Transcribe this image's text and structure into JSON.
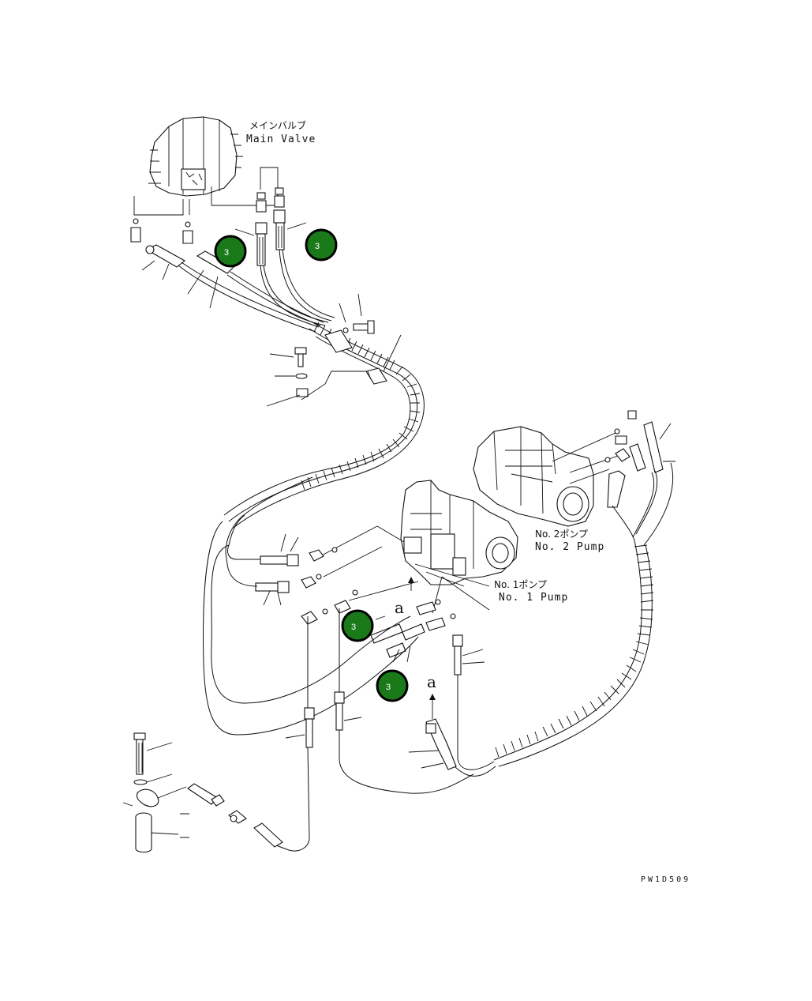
{
  "labels": {
    "main_valve_jp": "メインバルブ",
    "main_valve_en": "Main Valve",
    "pump2_jp": "No. 2ポンプ",
    "pump2_en": "No. 2 Pump",
    "pump1_jp": "No. 1ポンプ",
    "pump1_en": "No. 1 Pump",
    "view_a_1": "a",
    "view_a_2": "a",
    "drawing_code": "PW1D509"
  },
  "callouts": [
    {
      "id": "callout-1",
      "number": "3"
    },
    {
      "id": "callout-2",
      "number": "3"
    },
    {
      "id": "callout-3",
      "number": "3"
    },
    {
      "id": "callout-4",
      "number": "3"
    }
  ],
  "colors": {
    "callout_fill": "#1a7a1a",
    "callout_stroke": "#000000",
    "line": "#111111"
  }
}
